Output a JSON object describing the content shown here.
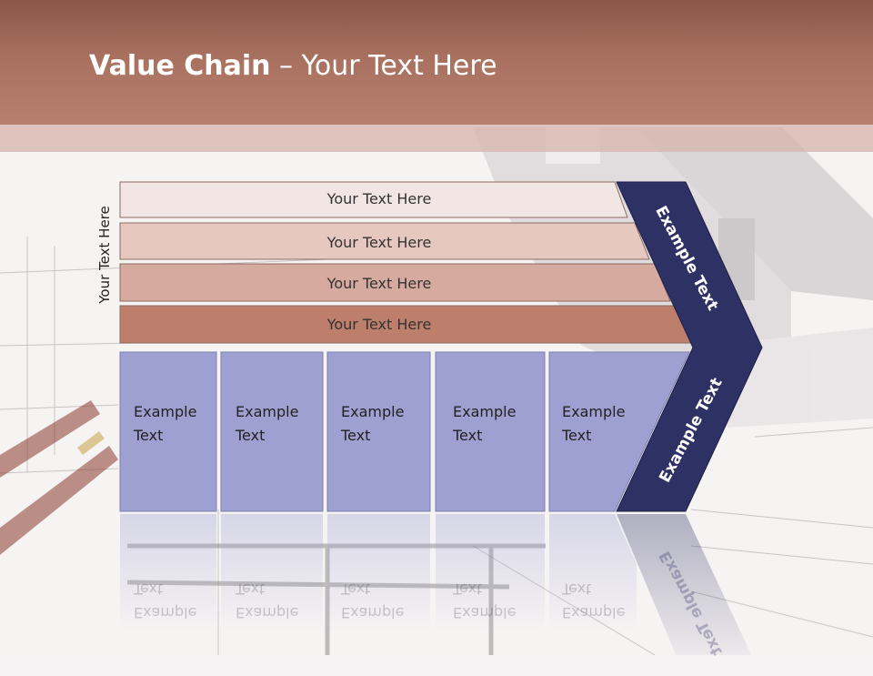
{
  "slide": {
    "title_bold": "Value Chain",
    "title_rest": " – Your Text Here",
    "side_label": "Your Text Here"
  },
  "rows": [
    {
      "label": "Your Text Here",
      "fill": "#f1e6e3"
    },
    {
      "label": "Your Text Here",
      "fill": "#e6c8c0"
    },
    {
      "label": "Your Text Here",
      "fill": "#d6aa9e"
    },
    {
      "label": "Your Text Here",
      "fill": "#be7e6c"
    }
  ],
  "columns": [
    {
      "label_line1": "Example",
      "label_line2": "Text"
    },
    {
      "label_line1": "Example",
      "label_line2": "Text"
    },
    {
      "label_line1": "Example",
      "label_line2": "Text"
    },
    {
      "label_line1": "Example",
      "label_line2": "Text"
    },
    {
      "label_line1": "Example",
      "label_line2": "Text"
    }
  ],
  "chevron": {
    "upper_label": "Example Text",
    "lower_label": "Example Text",
    "fill": "#2e3163"
  },
  "colors": {
    "column_fill": "#9da0d0",
    "title_band": "#a8705f"
  }
}
